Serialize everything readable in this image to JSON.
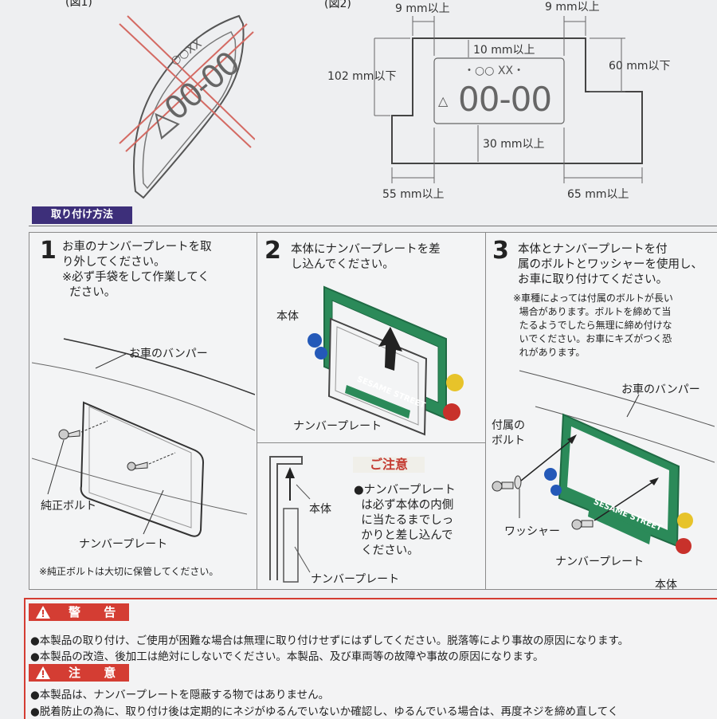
{
  "top": {
    "fig1_label": "(図1)",
    "fig2_label": "(図2)",
    "fig1_plate_text": "△00-00",
    "fig1_plate_small": "○○XX",
    "fig2_plate_small": "・○○ XX・",
    "fig2_plate_big": "00-00",
    "fig2_plate_tri": "△",
    "dims": {
      "top_left": "9 mm以上",
      "top_right": "9 mm以上",
      "inner_top": "10 mm以上",
      "height": "102 mm以下",
      "right_height": "60 mm以下",
      "inner_bottom": "30 mm以上",
      "bottom_left": "55 mm以上",
      "bottom_right": "65 mm以上"
    }
  },
  "section_title": "取り付け方法",
  "steps": [
    {
      "num": "1",
      "text": "お車のナンバープレートを取\nり外してください。\n※必ず手袋をして作業してく\n  ださい。",
      "labels": {
        "bumper": "お車のバンパー",
        "bolt": "純正ボルト",
        "plate": "ナンバープレート"
      },
      "note": "※純正ボルトは大切に保管してください。"
    },
    {
      "num": "2",
      "text": "本体にナンバープレートを差\nし込んでください。",
      "labels": {
        "body": "本体",
        "plate": "ナンバープレート",
        "frame_text": "SESAME STREET"
      }
    },
    {
      "num": "3",
      "text": "本体とナンバープレートを付\n属のボルトとワッシャーを使用し、\nお車に取り付けてください。",
      "note": "※車種によっては付属のボルトが長い\n  場合があります。ボルトを締めて当\n  たるようでしたら無理に締め付けな\n  いでください。お車にキズがつく恐\n  れがあります。",
      "labels": {
        "bumper": "お車のバンパー",
        "bolt": "付属の\nボルト",
        "washer": "ワッシャー",
        "plate": "ナンバープレート",
        "body": "本体",
        "frame_text": "SESAME STREET"
      }
    }
  ],
  "caution_box": {
    "title": "ご注意",
    "text": "●ナンバープレート\n  は必ず本体の内側\n  に当たるまでしっ\n  かりと差し込んで\n  ください。",
    "labels": {
      "body": "本体",
      "plate": "ナンバープレート"
    }
  },
  "warnings": [
    {
      "title": "警 告",
      "lines": [
        "●本製品の取り付け、ご使用が困難な場合は無理に取り付けせずにはずしてください。脱落等により事故の原因になります。",
        "●本製品の改造、後加工は絶対にしないでください。本製品、及び車両等の故障や事故の原因になります。"
      ]
    },
    {
      "title": "注 意",
      "lines": [
        "●本製品は、ナンバープレートを隠蔽する物ではありません。",
        "●脱着防止の為に、取り付け後は定期的にネジがゆるんでいないか確認し、ゆるんでいる場合は、再度ネジを締め直してく"
      ]
    }
  ],
  "colors": {
    "frame_green": "#1f7a4d",
    "section_purple": "#3d2f7a",
    "warning_red": "#d43d33",
    "caution_red": "#c43a30"
  }
}
